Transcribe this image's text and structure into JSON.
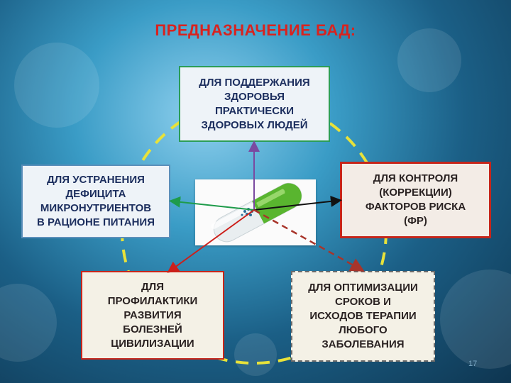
{
  "title": "ПРЕДНАЗНАЧЕНИЕ БАД:",
  "boxes": {
    "top": [
      "ДЛЯ ПОДДЕРЖАНИЯ",
      "ЗДОРОВЬЯ",
      "ПРАКТИЧЕСКИ",
      "ЗДОРОВЫХ ЛЮДЕЙ"
    ],
    "left": [
      "ДЛЯ УСТРАНЕНИЯ",
      "ДЕФИЦИТА",
      "МИКРОНУТРИЕНТОВ",
      "В РАЦИОНЕ ПИТАНИЯ"
    ],
    "right": [
      "ДЛЯ КОНТРОЛЯ",
      "(КОРРЕКЦИИ)",
      "ФАКТОРОВ РИСКА",
      "(ФР)"
    ],
    "bottom_left": [
      "ДЛЯ",
      "ПРОФИЛАКТИКИ",
      "РАЗВИТИЯ",
      "БОЛЕЗНЕЙ",
      "ЦИВИЛИЗАЦИИ"
    ],
    "bottom_right": [
      "ДЛЯ ОПТИМИЗАЦИИ",
      "СРОКОВ И",
      "ИСХОДОВ ТЕРАПИИ",
      "ЛЮБОГО",
      "ЗАБОЛЕВАНИЯ"
    ]
  },
  "center_image": "capsule-image",
  "page_number": "17",
  "colors": {
    "title": "#d8231f",
    "dashed_circle": "#e8e23a",
    "arrow_top": "#7a4aa0",
    "arrow_left": "#1e9b4a",
    "arrow_right": "#111111",
    "arrow_bottom_left": "#cc1f1a",
    "arrow_bottom_right": "#a8342a"
  }
}
